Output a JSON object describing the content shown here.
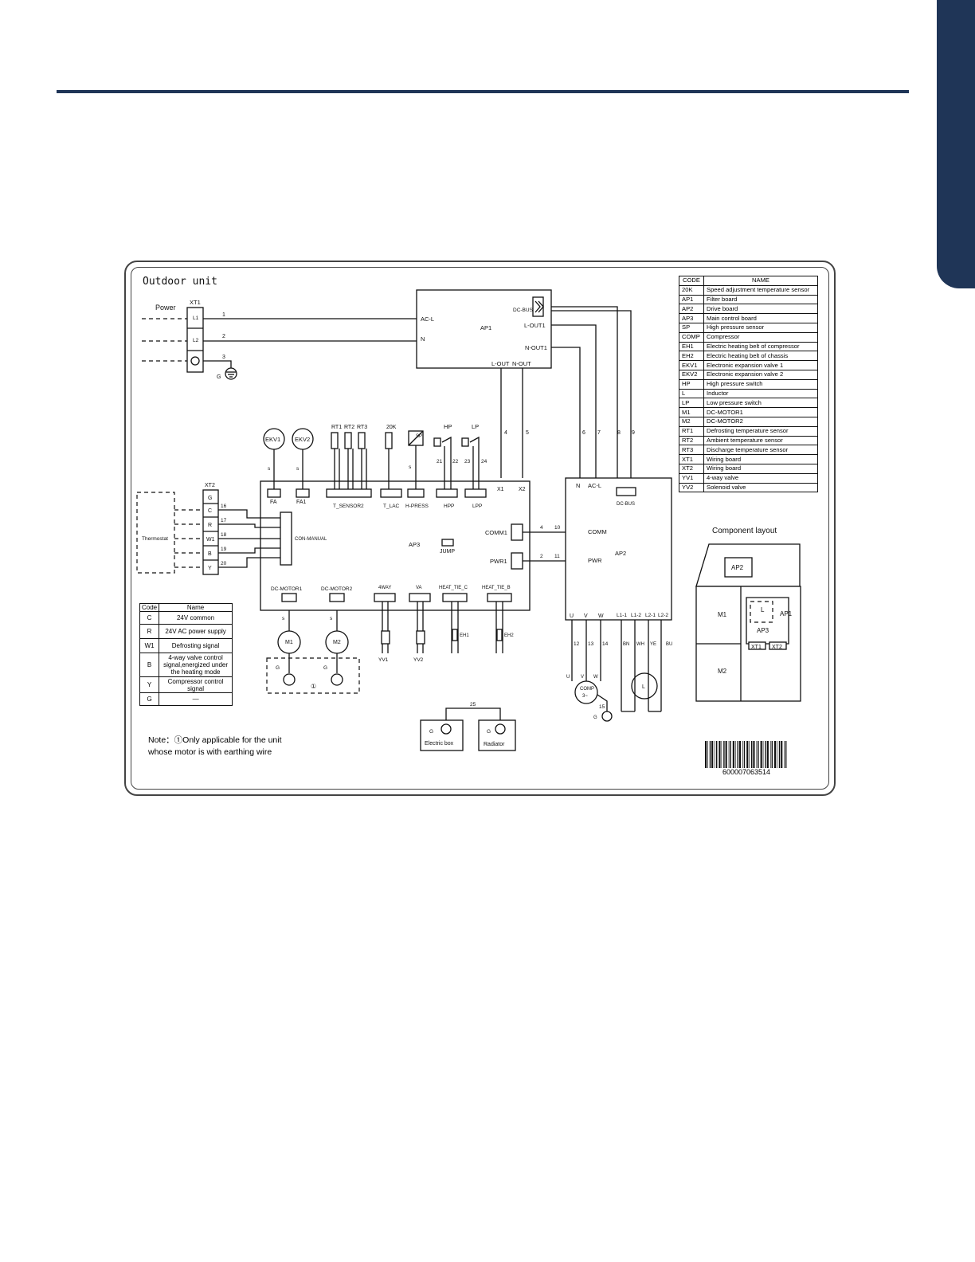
{
  "page": {
    "accent_color": "#1f3557"
  },
  "diagram": {
    "title": "Outdoor unit",
    "power": {
      "label": "Power",
      "terminal": "XT1",
      "lines": [
        "L1",
        "L2"
      ],
      "wires": [
        "1",
        "2",
        "3"
      ],
      "ground": "G"
    },
    "ap1": {
      "name": "AP1",
      "ac_l": "AC-L",
      "n": "N",
      "dc_bus": "DC-BUS",
      "l_out1": "L-OUT1",
      "n_out1": "N-OUT1",
      "l_out": "L-OUT",
      "n_out": "N-OUT"
    },
    "ap1_wires": [
      "4",
      "5",
      "6",
      "7",
      "8",
      "9"
    ],
    "ap3": {
      "name": "AP3",
      "top_components": [
        "EKV1",
        "EKV2",
        "RT1",
        "RT2",
        "RT3",
        "20K",
        "SP",
        "HP",
        "LP"
      ],
      "top_wires": [
        "21",
        "22",
        "23",
        "24"
      ],
      "top_connectors": [
        "FA",
        "FA1",
        "T_SENSOR2",
        "T_LAC",
        "H-PRESS",
        "HPP",
        "LPP",
        "X1",
        "X2"
      ],
      "left_connector": "CON-MANUAL",
      "jump": "JUMP",
      "comm": "COMM1",
      "pwr": "PWR1",
      "bottom_connectors": [
        "DC-MOTOR1",
        "DC-MOTOR2",
        "4WAY",
        "VA",
        "HEAT_TIE_C",
        "HEAT_TIE_B"
      ],
      "bottom_components": [
        "M1",
        "M2",
        "YV1",
        "YV2",
        "EH1",
        "EH2"
      ],
      "ground_note": "①",
      "s": "s",
      "g": "G"
    },
    "thermostat": {
      "label": "Thermostat",
      "terminal": "XT2",
      "terms": [
        "G",
        "C",
        "R",
        "W1",
        "B",
        "Y"
      ],
      "wires": [
        "16",
        "17",
        "18",
        "19",
        "20"
      ]
    },
    "ap2": {
      "name": "AP2",
      "n": "N",
      "ac_l": "AC-L",
      "dc_bus": "DC-BUS",
      "comm": "COMM",
      "pwr": "PWR",
      "link_wires": [
        "4",
        "10",
        "2",
        "11"
      ],
      "outputs": [
        "U",
        "V",
        "W",
        "L1-1",
        "L1-2",
        "L2-1",
        "L2-2"
      ],
      "output_wires": [
        "12",
        "13",
        "14",
        "BN",
        "WH",
        "YE",
        "BU"
      ],
      "comp": "COMP",
      "comp_phase": "3~",
      "inductor": "L",
      "ground_wire": "15"
    },
    "grounding": {
      "wire": "25",
      "items": [
        "Electric box",
        "Radiator"
      ],
      "g": "G"
    },
    "component_layout": {
      "title": "Component layout",
      "labels": [
        "AP2",
        "M1",
        "M2",
        "AP1",
        "AP3",
        "L",
        "XT1",
        "XT2"
      ]
    },
    "legend": {
      "headers": [
        "CODE",
        "NAME"
      ],
      "rows": [
        [
          "20K",
          "Speed adjustment temperature sensor"
        ],
        [
          "AP1",
          "Filter board"
        ],
        [
          "AP2",
          "Drive board"
        ],
        [
          "AP3",
          "Main control board"
        ],
        [
          "SP",
          "High pressure sensor"
        ],
        [
          "COMP",
          "Compressor"
        ],
        [
          "EH1",
          "Electric heating belt of compressor"
        ],
        [
          "EH2",
          "Electric heating belt of chassis"
        ],
        [
          "EKV1",
          "Electronic expansion valve 1"
        ],
        [
          "EKV2",
          "Electronic expansion valve 2"
        ],
        [
          "HP",
          "High pressure switch"
        ],
        [
          "L",
          "Inductor"
        ],
        [
          "LP",
          "Low pressure switch"
        ],
        [
          "M1",
          "DC-MOTOR1"
        ],
        [
          "M2",
          "DC-MOTOR2"
        ],
        [
          "RT1",
          "Defrosting temperature sensor"
        ],
        [
          "RT2",
          "Ambient temperature sensor"
        ],
        [
          "RT3",
          "Discharge temperature sensor"
        ],
        [
          "XT1",
          "Wiring board"
        ],
        [
          "XT2",
          "Wiring board"
        ],
        [
          "YV1",
          "4-way valve"
        ],
        [
          "YV2",
          "Solenoid valve"
        ]
      ]
    },
    "code_table": {
      "headers": [
        "Code",
        "Name"
      ],
      "rows": [
        [
          "C",
          "24V common"
        ],
        [
          "R",
          "24V AC power supply"
        ],
        [
          "W1",
          "Defrosting signal"
        ],
        [
          "B",
          "4-way valve control signal,energized under the heating mode"
        ],
        [
          "Y",
          "Compressor control signal"
        ],
        [
          "G",
          "—"
        ]
      ]
    },
    "note": {
      "line1": "Note：①Only applicable for the unit",
      "line2": "whose motor is with earthing wire"
    },
    "barcode": "600007063514"
  }
}
